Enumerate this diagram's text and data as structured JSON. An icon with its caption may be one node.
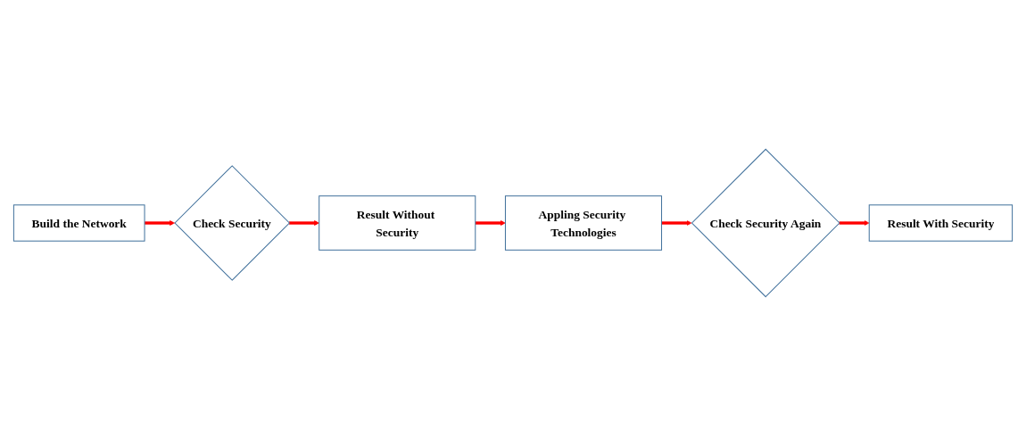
{
  "diagram": {
    "nodes": [
      {
        "text": [
          "Build the Network"
        ]
      },
      {
        "text": [
          "Check Security"
        ]
      },
      {
        "text": [
          "Result Without Security"
        ]
      },
      {
        "text": [
          "Appling Security Technologies"
        ]
      },
      {
        "text": [
          "Check Security Again"
        ]
      },
      {
        "text": [
          "Result With Security"
        ]
      }
    ],
    "edges": [
      {
        "from": 0,
        "to": 1,
        "arrow": "to"
      },
      {
        "from": 1,
        "to": 2,
        "arrow": "to"
      },
      {
        "from": 2,
        "to": 3,
        "arrow": "to"
      },
      {
        "from": 3,
        "to": 4,
        "arrow": "to"
      },
      {
        "from": 4,
        "to": 5,
        "arrow": "to"
      }
    ]
  }
}
